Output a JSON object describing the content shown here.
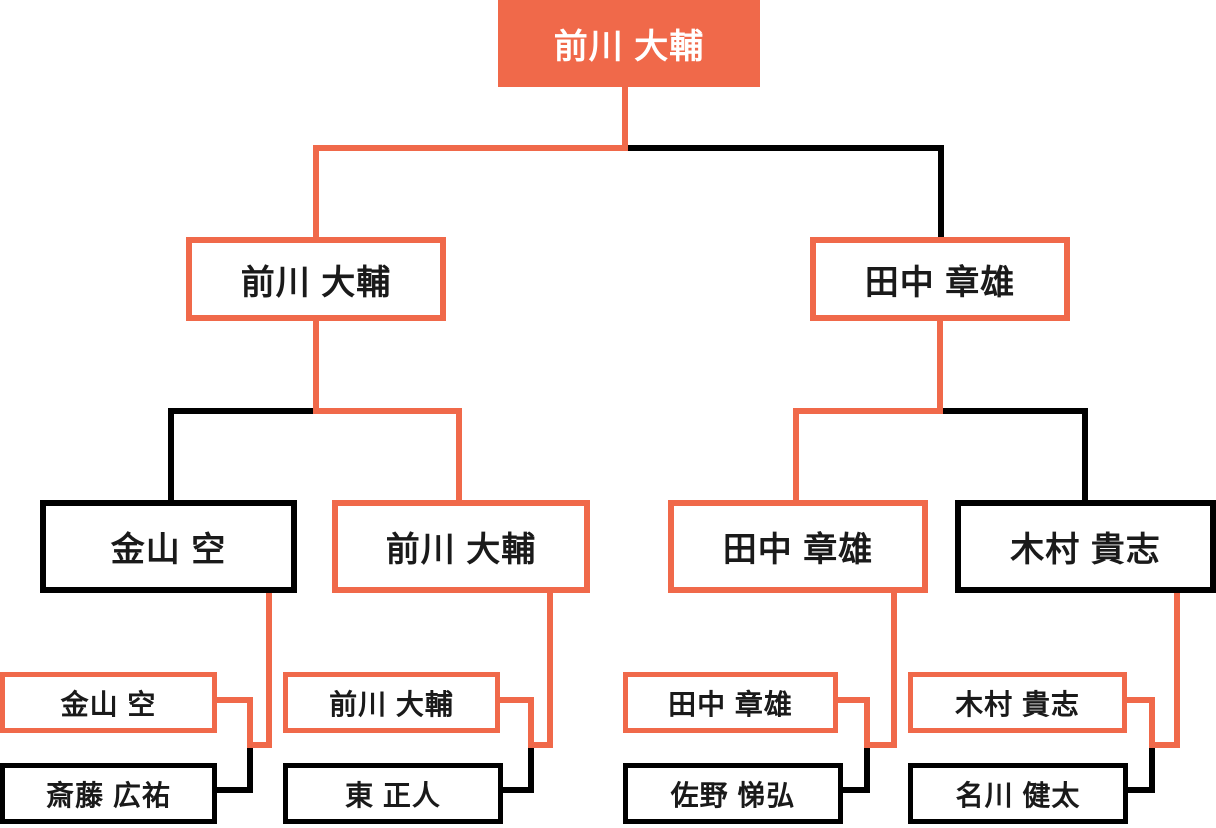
{
  "diagram_type": "single-elimination tournament bracket",
  "colors": {
    "winner_path": "#F0694A",
    "loser_path": "#000000",
    "box_text": "#1A1A1A",
    "champion_text": "#FFFFFF",
    "background": "#FFFFFF"
  },
  "bracket": {
    "champion": {
      "name": "前川 大輔"
    },
    "semifinals": [
      {
        "name": "前川 大輔",
        "advanced": true
      },
      {
        "name": "田中 章雄",
        "advanced": false
      }
    ],
    "quarterfinals": [
      {
        "name": "金山 空",
        "advanced": false
      },
      {
        "name": "前川 大輔",
        "advanced": true
      },
      {
        "name": "田中 章雄",
        "advanced": true
      },
      {
        "name": "木村 貴志",
        "advanced": false
      }
    ],
    "round1": [
      {
        "winner": "金山 空",
        "loser": "斎藤 広祐"
      },
      {
        "winner": "前川 大輔",
        "loser": "東 正人"
      },
      {
        "winner": "田中 章雄",
        "loser": "佐野 悌弘"
      },
      {
        "winner": "木村 貴志",
        "loser": "名川 健太"
      }
    ]
  }
}
